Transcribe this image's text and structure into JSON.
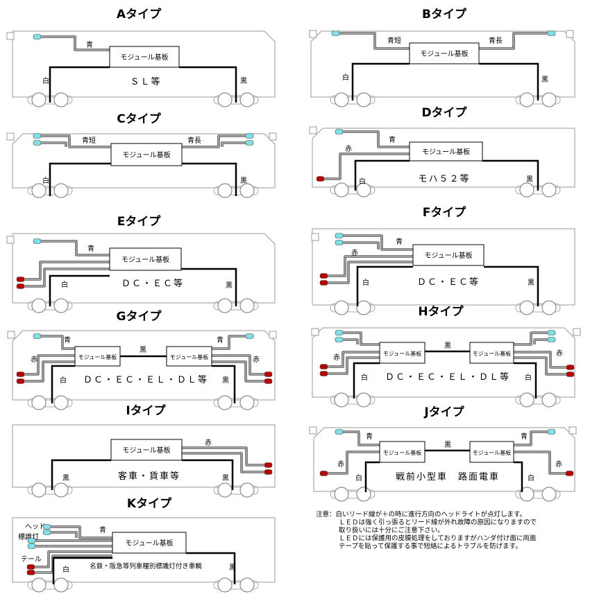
{
  "labels": {
    "module": "モジュール基板",
    "blue": "青",
    "blue_short": "青短",
    "blue_long": "青長",
    "white": "白",
    "black": "黒",
    "red": "赤",
    "head": "ヘッド",
    "marker": "標識灯",
    "tail": "テール"
  },
  "panels": [
    {
      "id": "A",
      "title": "Aタイプ",
      "caption": "ＳＬ等"
    },
    {
      "id": "B",
      "title": "Bタイプ",
      "caption": ""
    },
    {
      "id": "C",
      "title": "Cタイプ",
      "caption": ""
    },
    {
      "id": "D",
      "title": "Dタイプ",
      "caption": "モハ５２等"
    },
    {
      "id": "E",
      "title": "Eタイプ",
      "caption": "ＤＣ・ＥＣ等"
    },
    {
      "id": "F",
      "title": "Fタイプ",
      "caption": "ＤＣ・ＥＣ等"
    },
    {
      "id": "G",
      "title": "Gタイプ",
      "caption": "ＤＣ・ＥＣ・ＥＬ・ＤＬ等"
    },
    {
      "id": "H",
      "title": "Hタイプ",
      "caption": "ＤＣ・ＥＣ・ＥＬ・ＤＬ等"
    },
    {
      "id": "I",
      "title": "Iタイプ",
      "caption": "客車・貨車等"
    },
    {
      "id": "J",
      "title": "Jタイプ",
      "caption": "戦前小型車　路面電車"
    },
    {
      "id": "K",
      "title": "Kタイプ",
      "caption": "名鉄・阪急等列車種別標識灯付き車輌"
    }
  ],
  "notes": [
    "注意：白いリード線が＋の時に進行方向のヘッドライトが点灯します。",
    "ＬＥＤは強く引っ張るとリード線が外れ故障の原因になりますので",
    "取り扱いには十分にご注意下さい。",
    "ＬＥＤには保護用の皮膜処理をしておりますがハンダ付け面に両面",
    "テープを貼って保護する事で短絡によるトラブルを防げます。"
  ],
  "colors": {
    "led_blue": "#7fe0e6",
    "led_red": "#b80000",
    "body": "#9a9a9a",
    "wheel": "#888888"
  }
}
